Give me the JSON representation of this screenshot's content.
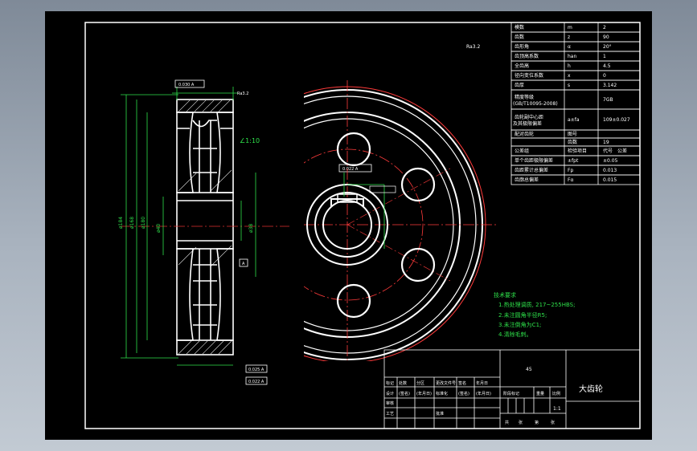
{
  "params": [
    {
      "label": "模数",
      "sym": "m",
      "val": "2"
    },
    {
      "label": "齿数",
      "sym": "z",
      "val": "90"
    },
    {
      "label": "齿形角",
      "sym": "α",
      "val": "20°"
    },
    {
      "label": "齿顶高系数",
      "sym": "han",
      "val": "1"
    },
    {
      "label": "全齿高",
      "sym": "h",
      "val": "4.5"
    },
    {
      "label": "径向变位系数",
      "sym": "x",
      "val": "0"
    },
    {
      "label": "齿厚",
      "sym": "s",
      "val": "3.142"
    },
    {
      "label": "精度等级",
      "label2": "(GB/T10095-2008)",
      "sym": "",
      "val": "7GB"
    },
    {
      "label": "配对齿轮",
      "sym": "齿数",
      "val": "19"
    },
    {
      "label": "公差组",
      "sym": "检验项目",
      "val": "代号",
      "extra": "公差"
    },
    {
      "label": "单个齿距极限偏差",
      "sym": "±fpt",
      "val": "±0.05"
    },
    {
      "label": "齿距累计总偏差",
      "sym": "Fp",
      "val": "0.013"
    },
    {
      "label": "齿廓总偏差",
      "sym": "Fα",
      "val": "0.015"
    }
  ],
  "center_tol": {
    "label": "齿轮副中心距",
    "label2": "及其极限偏差",
    "sym": "a±fa",
    "val": "109±0.027"
  },
  "pair_label": "图号",
  "tech": {
    "title": "技术要求",
    "items": [
      "1.热处理调质, 217~255HBS;",
      "2.未注圆角半径R5;",
      "3.未注倒角为C1;",
      "4.清除毛刺。"
    ]
  },
  "titleblock": {
    "part_name": "大齿轮",
    "material": "45",
    "scale": "1:1",
    "stage_label": "阶段标记",
    "weight_label": "重量",
    "scale_label": "比例",
    "rows": [
      [
        "标记",
        "处数",
        "分区",
        "更改文件号",
        "签名",
        "年月日"
      ],
      [
        "设计",
        "(签名)",
        "(年月日)",
        "标准化",
        "(签名)",
        "(年月日)"
      ],
      [
        "审核",
        "",
        "",
        "",
        "",
        ""
      ],
      [
        "工艺",
        "",
        "",
        "批准",
        "",
        ""
      ]
    ],
    "sheet_text": [
      "共",
      "张",
      "第",
      "张"
    ]
  },
  "annotations": {
    "taper": "∠1:10",
    "roughness_top": "Ra3.2",
    "tol1": "0.030 A",
    "tol2": "0.025 A",
    "tol3": "0.022 A",
    "datum": "A",
    "dims": [
      "ø184",
      "ø168",
      "ø180",
      "ø40",
      "ø38"
    ]
  }
}
